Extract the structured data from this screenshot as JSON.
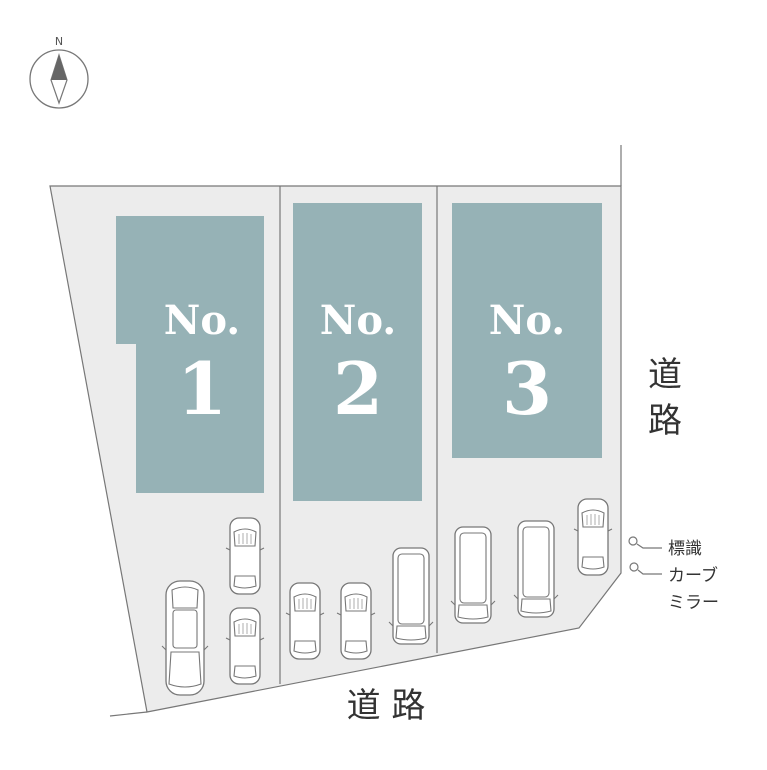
{
  "compass": {
    "label": "N"
  },
  "lots": [
    {
      "label": "No.",
      "number": "1"
    },
    {
      "label": "No.",
      "number": "2"
    },
    {
      "label": "No.",
      "number": "3"
    }
  ],
  "roads": {
    "east_char1": "道",
    "east_char2": "路",
    "south": "道 路"
  },
  "legend": {
    "sign": "標識",
    "mirror_line1": "カーブ",
    "mirror_line2": "ミラー"
  },
  "colors": {
    "lot_fill": "#96b2b6",
    "site_fill": "#ececec",
    "outline": "#777777",
    "car_outline": "#777777"
  }
}
